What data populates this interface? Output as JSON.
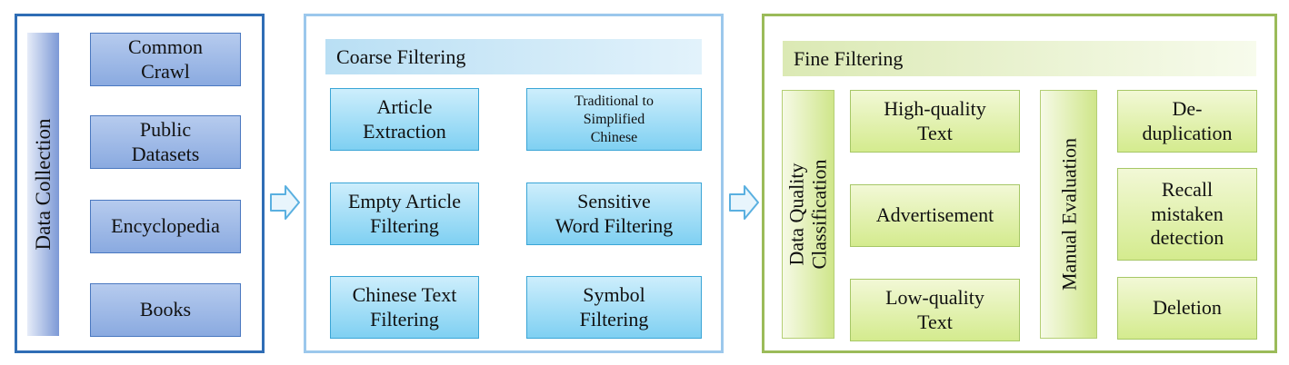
{
  "data_collection": {
    "title": "Data Collection",
    "items": [
      "Common\nCrawl",
      "Public\nDatasets",
      "Encyclopedia",
      "Books"
    ]
  },
  "coarse_filtering": {
    "title": "Coarse Filtering",
    "items": [
      "Article\nExtraction",
      "Traditional to\nSimplified\nChinese",
      "Empty Article\nFiltering",
      "Sensitive\nWord Filtering",
      "Chinese Text\nFiltering",
      "Symbol\nFiltering"
    ]
  },
  "fine_filtering": {
    "title": "Fine Filtering",
    "classification": "Data Quality\nClassification",
    "quality_items": [
      "High-quality\nText",
      "Advertisement",
      "Low-quality\nText"
    ],
    "evaluation": "Manual Evaluation",
    "actions": [
      "De-\nduplication",
      "Recall\nmistaken\ndetection",
      "Deletion"
    ]
  },
  "colors": {
    "collection_border": "#2f6db5",
    "coarse_border": "#9cc8ec",
    "fine_border": "#9bbb59",
    "arrow": "#5ab0e0"
  }
}
